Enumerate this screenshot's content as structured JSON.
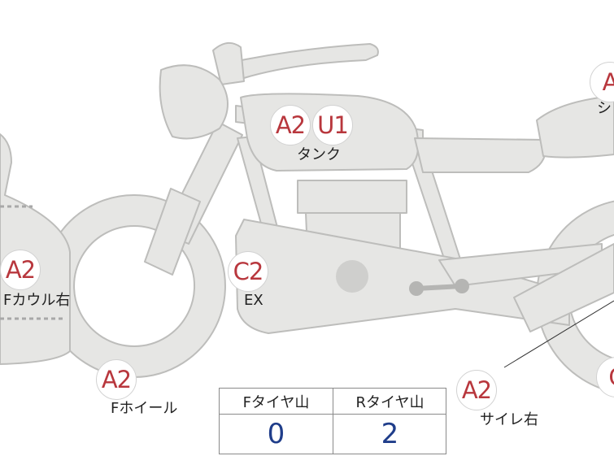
{
  "badges": {
    "tank_a": "A2",
    "tank_u": "U1",
    "seat": "A",
    "fcowl": "A2",
    "ex": "C2",
    "fwheel": "A2",
    "sideshell": "A2",
    "rear": "C"
  },
  "labels": {
    "tank": "タンク",
    "seat_partial": "シ",
    "fcowl": "Fカウル右",
    "ex": "EX",
    "fwheel": "Fホイール",
    "sideshell": "サイレ右"
  },
  "tire_table": {
    "front_header": "Fタイヤ山",
    "rear_header": "Rタイヤ山",
    "front_value": "0",
    "rear_value": "2"
  },
  "colors": {
    "part_fill": "#e6e6e4",
    "part_stroke": "#bdbdbb",
    "badge_text": "#b8373d",
    "value_text": "#1f3d8a"
  }
}
